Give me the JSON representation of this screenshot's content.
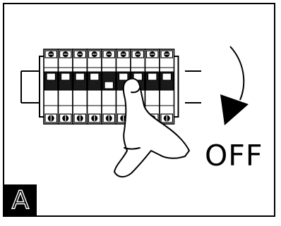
{
  "diagram": {
    "direction_text": "OFF",
    "panel_letter": "A",
    "breaker_count": 9,
    "switched_breaker_index": 4,
    "pictograms": [
      "breaker-panel-icon",
      "hand-icon",
      "arrow-down-icon"
    ]
  },
  "colors": {
    "ink": "#000000",
    "paper": "#ffffff",
    "handle_dark": "#1a1a1a"
  }
}
